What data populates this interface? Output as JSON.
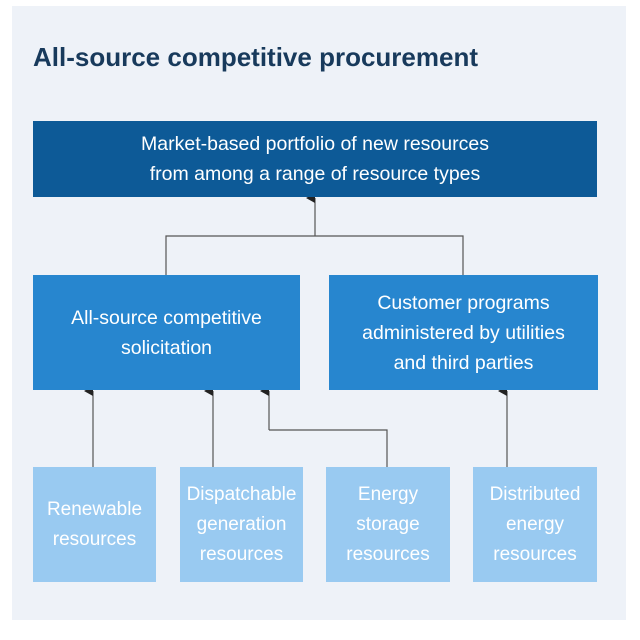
{
  "title": "All-source competitive procurement",
  "portfolio": {
    "line1": "Market-based portfolio of new resources",
    "line2": "from among a range of resource types"
  },
  "solicitation": {
    "line1": "All-source competitive",
    "line2": "solicitation"
  },
  "customer_programs": {
    "line1": "Customer programs",
    "line2": "administered by utilities",
    "line3": "and third parties"
  },
  "resources": [
    {
      "line1": "Renewable",
      "line2": "resources"
    },
    {
      "line1": "Dispatchable",
      "line2": "generation",
      "line3": "resources"
    },
    {
      "line1": "Energy",
      "line2": "storage",
      "line3": "resources"
    },
    {
      "line1": "Distributed",
      "line2": "energy",
      "line3": "resources"
    }
  ],
  "colors": {
    "title": "#183a5c",
    "top_box": "#0d5a97",
    "mid_box": "#2786cf",
    "leaf_box": "#99caf1",
    "connector": "#555555",
    "background": "#eef2f8"
  }
}
